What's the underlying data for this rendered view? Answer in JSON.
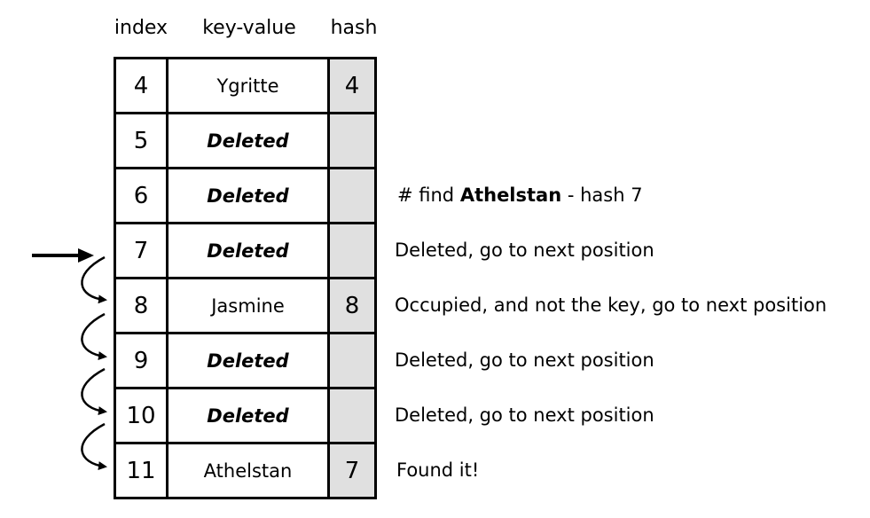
{
  "headers": {
    "index": "index",
    "key_value": "key-value",
    "hash": "hash"
  },
  "rows": [
    {
      "index": "4",
      "key_value": "Ygritte",
      "hash": "4",
      "deleted": false
    },
    {
      "index": "5",
      "key_value": "Deleted",
      "hash": "",
      "deleted": true
    },
    {
      "index": "6",
      "key_value": "Deleted",
      "hash": "",
      "deleted": true
    },
    {
      "index": "7",
      "key_value": "Deleted",
      "hash": "",
      "deleted": true
    },
    {
      "index": "8",
      "key_value": "Jasmine",
      "hash": "8",
      "deleted": false
    },
    {
      "index": "9",
      "key_value": "Deleted",
      "hash": "",
      "deleted": true
    },
    {
      "index": "10",
      "key_value": "Deleted",
      "hash": "",
      "deleted": true
    },
    {
      "index": "11",
      "key_value": "Athelstan",
      "hash": "7",
      "deleted": false
    }
  ],
  "annotations": {
    "find_prefix": "# find ",
    "find_key": "Athelstan",
    "find_suffix": " - hash 7",
    "row7": "Deleted, go to next position",
    "row8": "Occupied, and not the key, go to next position",
    "row9": "Deleted, go to next position",
    "row10": "Deleted, go to next position",
    "row11": "Found it!"
  }
}
